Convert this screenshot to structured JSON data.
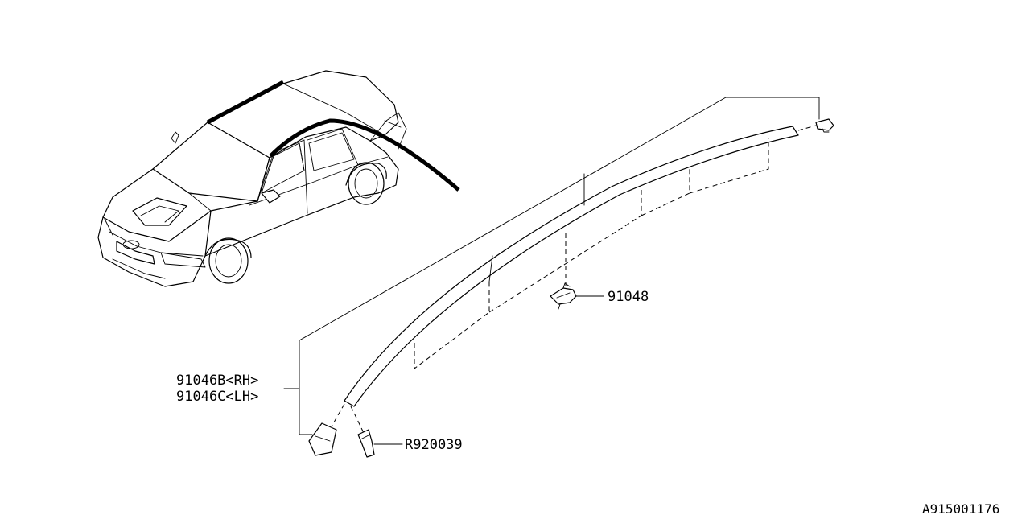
{
  "diagram": {
    "parts": {
      "molding_rh": "91046B<RH>",
      "molding_lh": "91046C<LH>",
      "clip": "91048",
      "end_cap": "R920039"
    },
    "figure_code": "A915001176"
  }
}
